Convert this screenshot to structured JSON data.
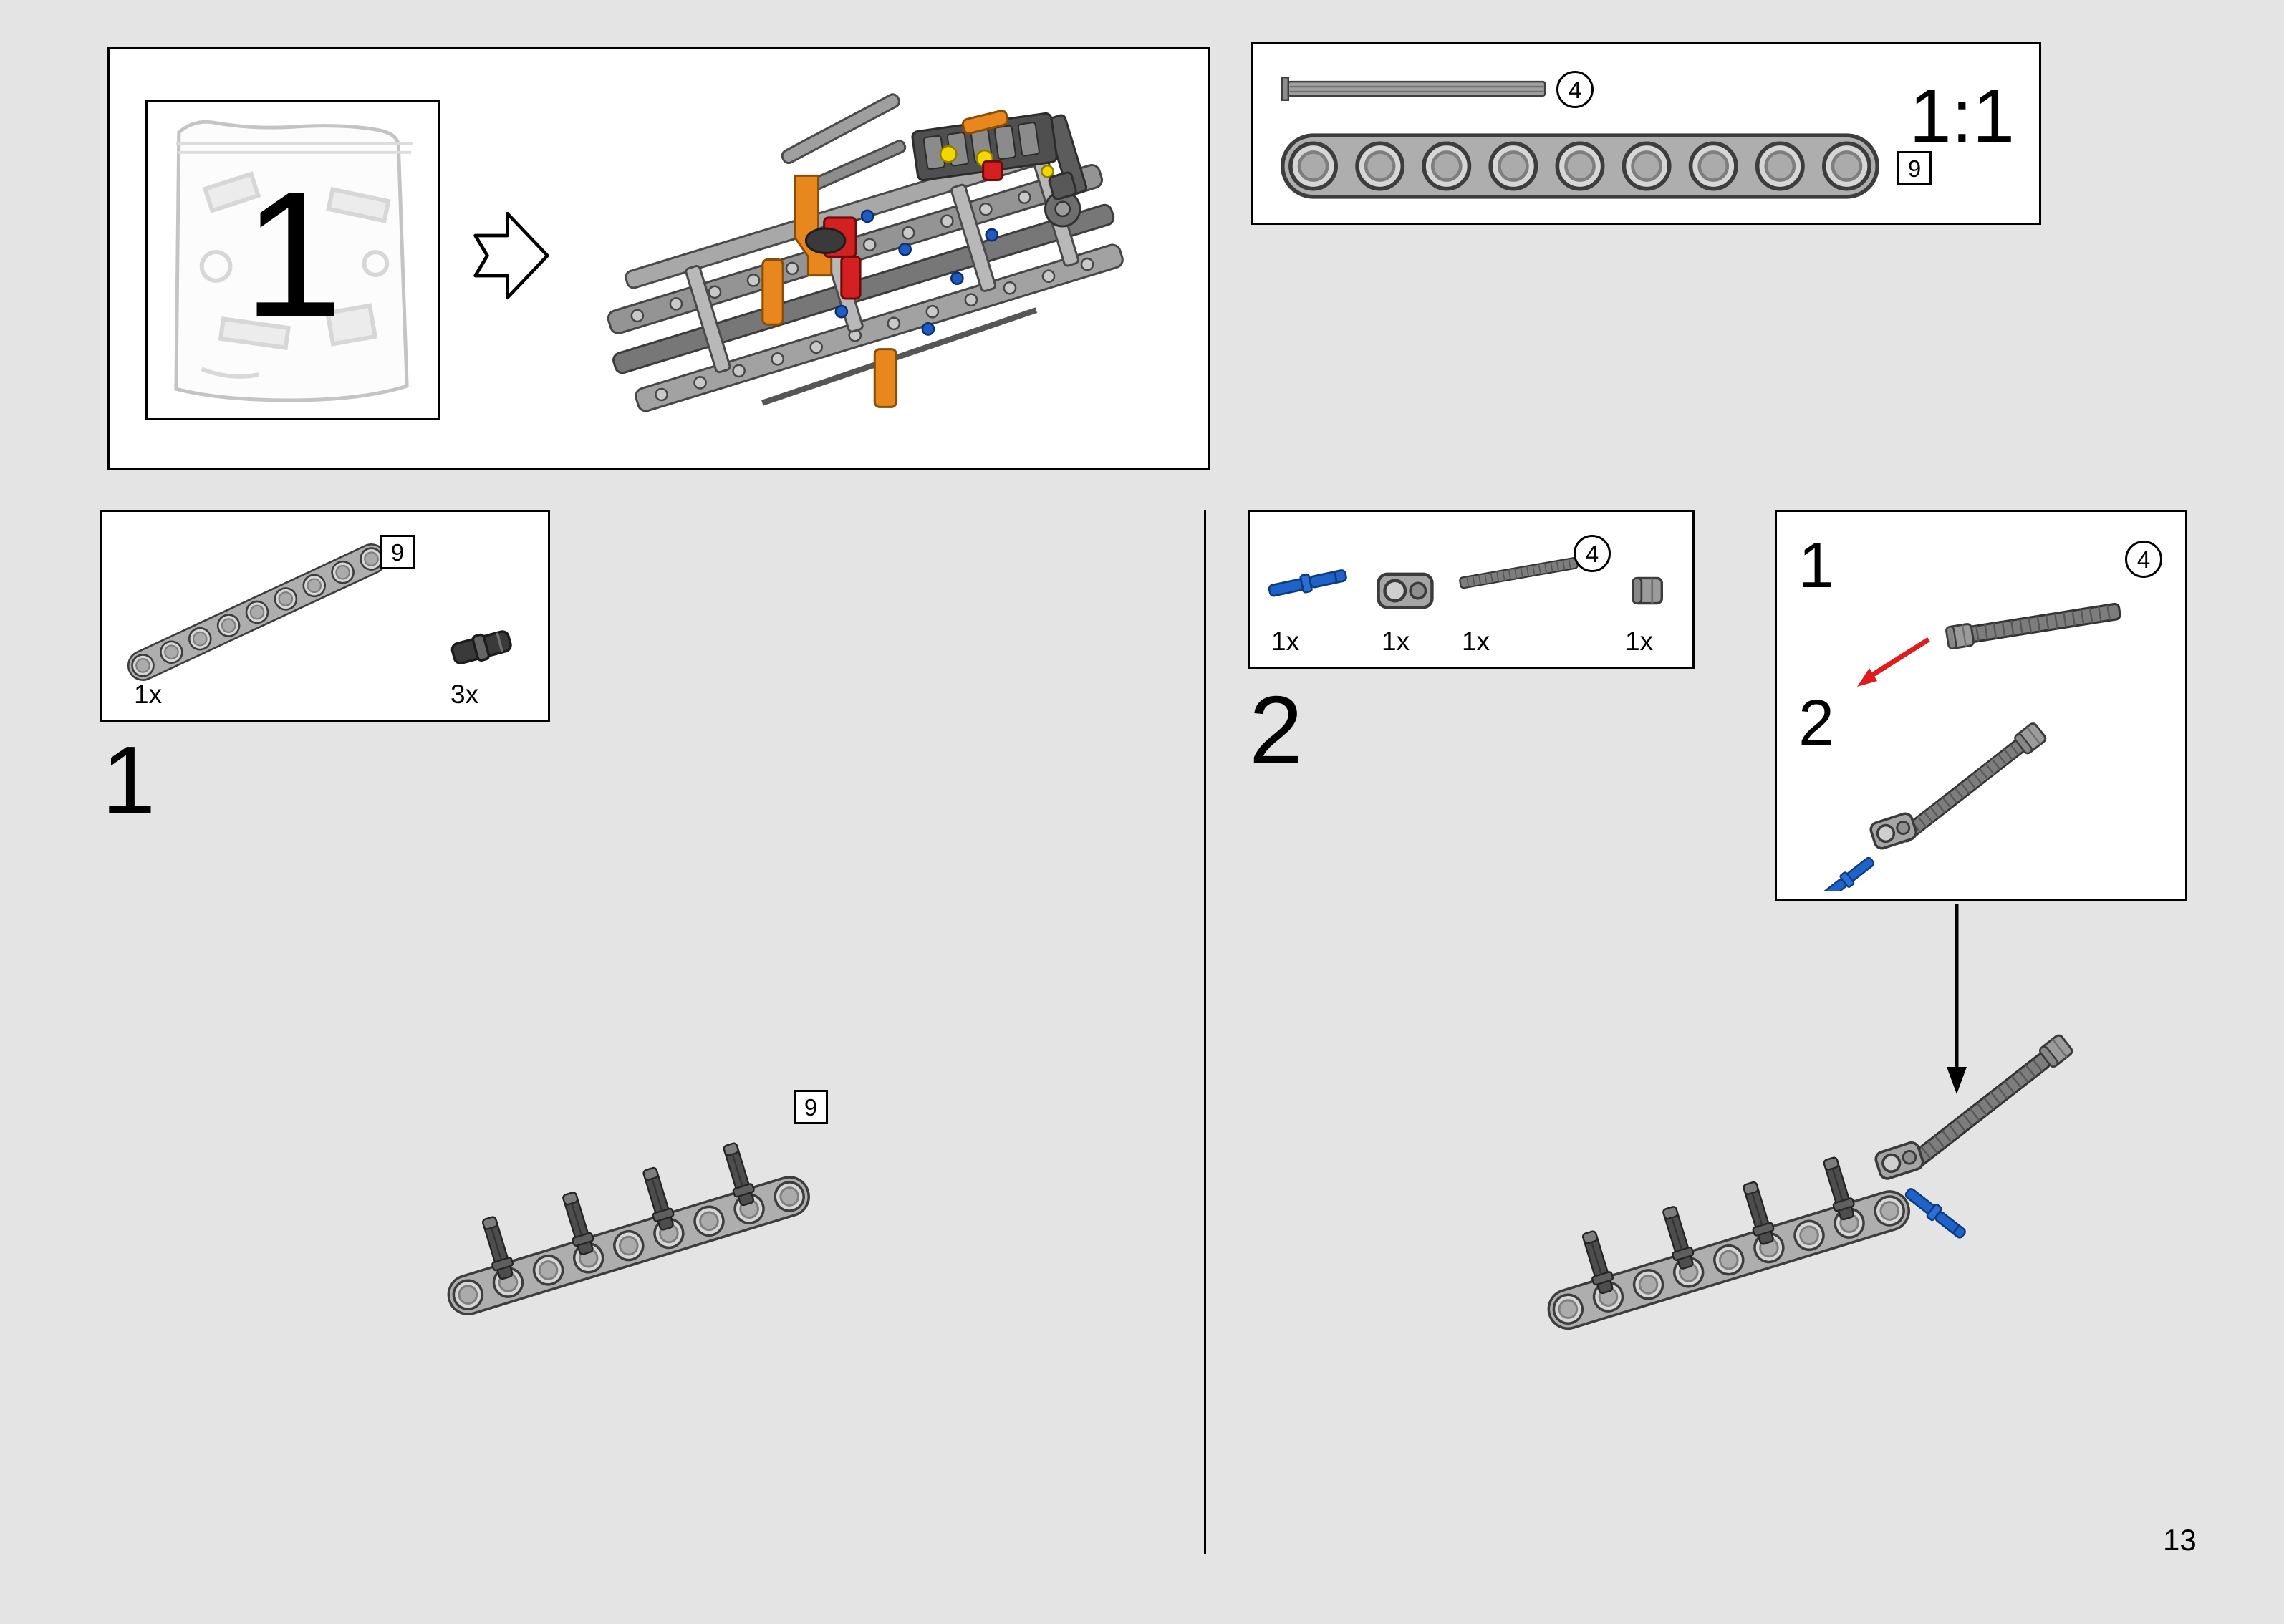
{
  "page": {
    "number": "13",
    "background_color": "#e4e4e4"
  },
  "header": {
    "bag": {
      "number": "1"
    },
    "scale_box": {
      "axle_callout": "4",
      "beam_callout": "9",
      "scale_label": "1:1"
    }
  },
  "step1": {
    "number": "1",
    "parts_box": {
      "beam_callout": "9",
      "beam_count": "1x",
      "pin_count": "3x"
    },
    "illustration": {
      "beam_callout": "9"
    }
  },
  "step2": {
    "number": "2",
    "parts_box": {
      "callout": "4",
      "counts": [
        "1x",
        "1x",
        "1x",
        "1x"
      ]
    },
    "inset": {
      "substep1": {
        "label": "1",
        "callout": "4"
      },
      "substep2": {
        "label": "2"
      }
    }
  },
  "colors": {
    "panel_border": "#000000",
    "beam_gray": "#aeaeae",
    "pin_blue": "#1f63c8",
    "accent_orange": "#e8871e",
    "arrow_red": "#e01b1b"
  }
}
